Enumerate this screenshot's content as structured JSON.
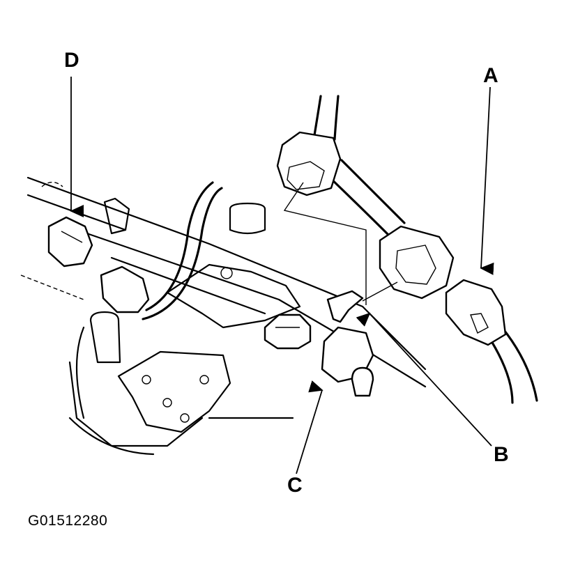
{
  "callouts": {
    "a": "A",
    "b": "B",
    "c": "C",
    "d": "D"
  },
  "figure_code": "G01512280"
}
